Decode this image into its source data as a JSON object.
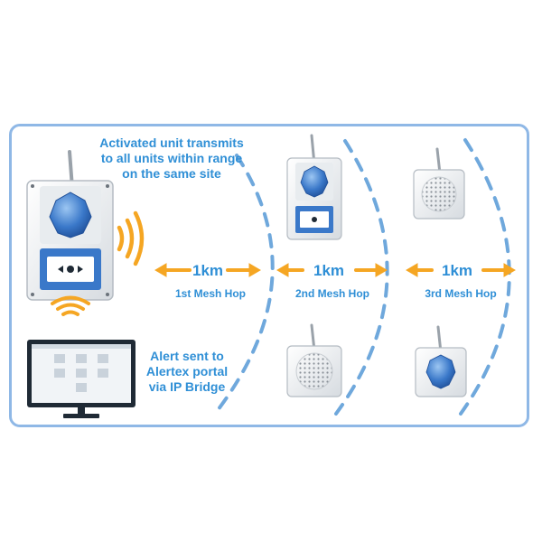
{
  "labels": {
    "intro": "Activated unit transmits to all units within range on the same site",
    "alert": "Alert sent to Alertex portal via IP Bridge"
  },
  "hops": [
    {
      "distance": "1km",
      "name": "1st Mesh Hop"
    },
    {
      "distance": "1km",
      "name": "2nd Mesh Hop"
    },
    {
      "distance": "1km",
      "name": "3rd Mesh Hop"
    }
  ],
  "colors": {
    "border": "#8fb8e6",
    "text_blue": "#2f8fd6",
    "wave_orange": "#f5a623",
    "dash_blue": "#6fa8dc",
    "button_blue": "#3a78c9"
  },
  "icons": {
    "activated_unit": "call-point-device-icon",
    "repeater_button": "call-point-device-icon",
    "sounder": "speaker-sounder-icon",
    "beacon": "beacon-icon",
    "monitor": "monitor-icon",
    "signal": "wireless-signal-icon"
  }
}
